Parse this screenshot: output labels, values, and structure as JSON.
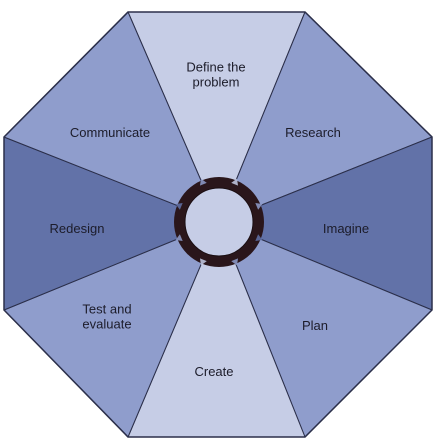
{
  "diagram": {
    "segments": [
      {
        "name": "define-the-problem",
        "lines": [
          "Define the",
          "problem"
        ],
        "color": "#c6cde6"
      },
      {
        "name": "research",
        "lines": [
          "Research"
        ],
        "color": "#8f9dcc"
      },
      {
        "name": "imagine",
        "lines": [
          "Imagine"
        ],
        "color": "#6272a8"
      },
      {
        "name": "plan",
        "lines": [
          "Plan"
        ],
        "color": "#8f9dcc"
      },
      {
        "name": "create",
        "lines": [
          "Create"
        ],
        "color": "#c6cde6"
      },
      {
        "name": "test-and-evaluate",
        "lines": [
          "Test and",
          "evaluate"
        ],
        "color": "#8f9dcc"
      },
      {
        "name": "redesign",
        "lines": [
          "Redesign"
        ],
        "color": "#6272a8"
      },
      {
        "name": "communicate",
        "lines": [
          "Communicate"
        ],
        "color": "#8f9dcc"
      }
    ],
    "border_color": "#2b2f4a",
    "hub_ring_color": "#2a161b",
    "hub_center_color": "#c6cde6"
  }
}
